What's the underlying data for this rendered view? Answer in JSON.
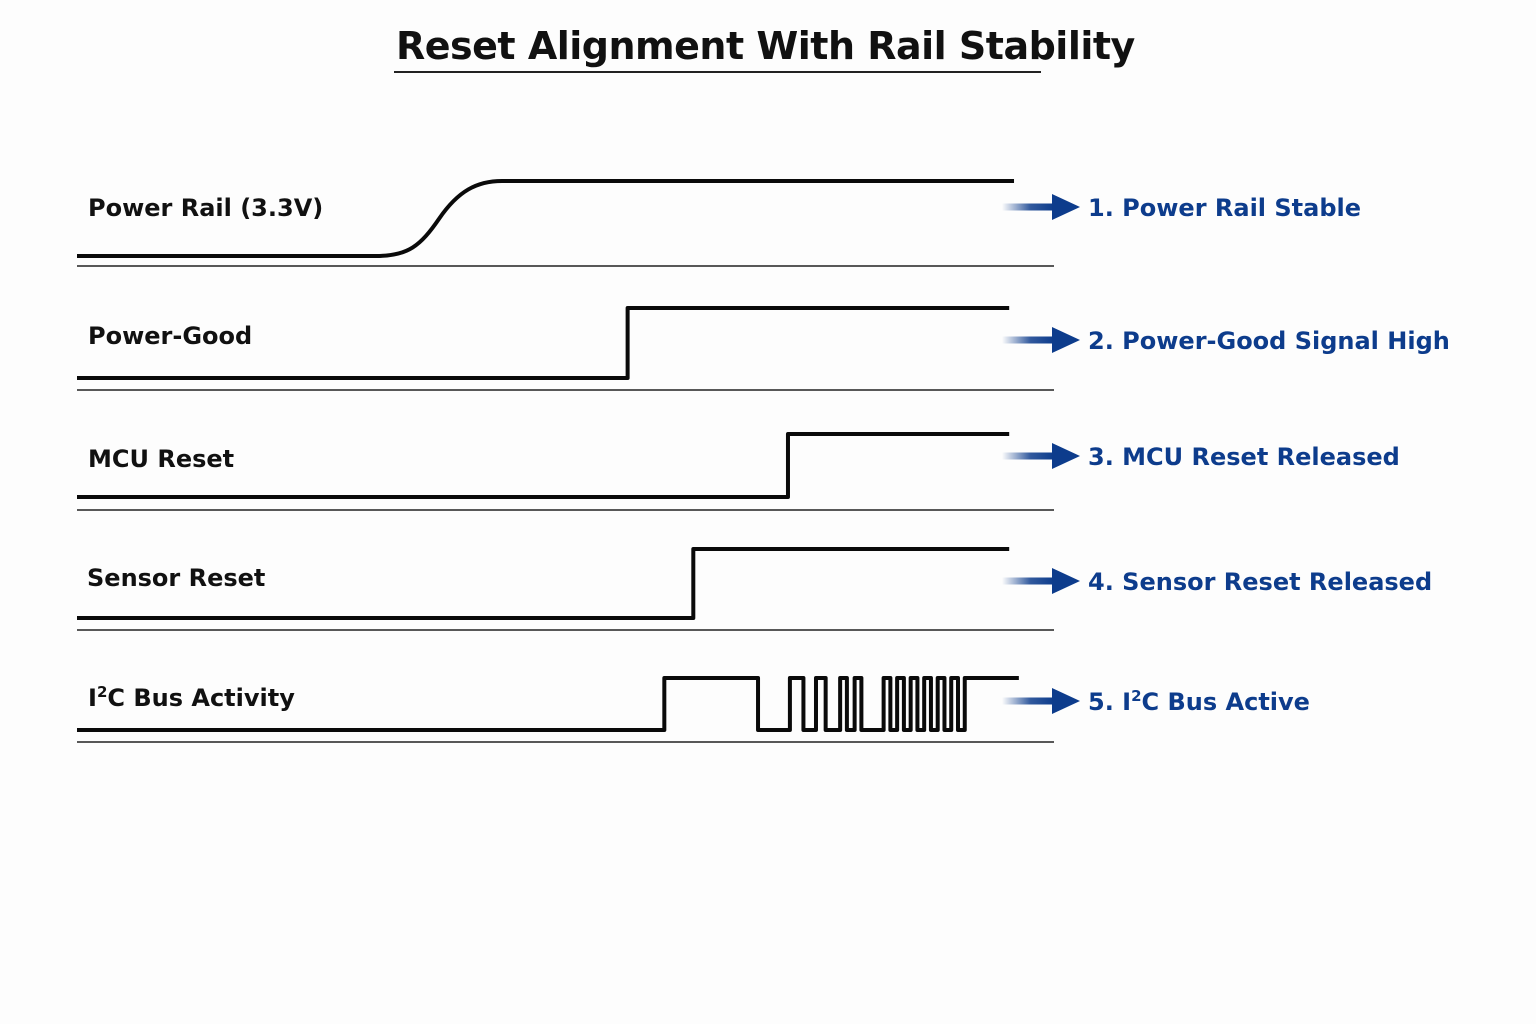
{
  "title": "Reset Alignment With Rail Stability",
  "colors": {
    "waveform": "#0a0a0a",
    "baseline": "#222222",
    "annotation": "#0d3c8c",
    "arrow": "#0d3c8c"
  },
  "time_axis": {
    "start": 0,
    "end": 100,
    "unit": "arbitrary"
  },
  "signals": [
    {
      "id": "power-rail",
      "label": "Power Rail (3.3V)",
      "label_sup": null,
      "type": "ramp",
      "ramp_start": 31,
      "ramp_end": 44,
      "trace_end": 97,
      "annotation": "1. Power Rail Stable",
      "annotation_sup": null
    },
    {
      "id": "power-good",
      "label": "Power-Good",
      "label_sup": null,
      "type": "step",
      "step_at": 57,
      "trace_end": 96.5,
      "annotation": "2. Power-Good Signal High",
      "annotation_sup": null
    },
    {
      "id": "mcu-reset",
      "label": "MCU Reset",
      "label_sup": null,
      "type": "step",
      "step_at": 73.6,
      "trace_end": 96.5,
      "annotation": "3. MCU Reset Released",
      "annotation_sup": null
    },
    {
      "id": "sensor-reset",
      "label": "Sensor Reset",
      "label_sup": null,
      "type": "step",
      "step_at": 63.8,
      "trace_end": 96.5,
      "annotation": "4. Sensor Reset Released",
      "annotation_sup": null
    },
    {
      "id": "i2c-bus",
      "label": "C Bus Activity",
      "label_prefix": "I",
      "label_sup": "2",
      "type": "digital",
      "levels": [
        [
          0,
          0
        ],
        [
          60.8,
          1
        ],
        [
          70.5,
          0
        ],
        [
          73.8,
          1
        ],
        [
          75.2,
          0
        ],
        [
          76.5,
          1
        ],
        [
          77.5,
          0
        ],
        [
          79.0,
          1
        ],
        [
          79.7,
          0
        ],
        [
          80.5,
          1
        ],
        [
          81.2,
          0
        ],
        [
          83.5,
          1
        ],
        [
          84.2,
          0
        ],
        [
          84.9,
          1
        ],
        [
          85.6,
          0
        ],
        [
          86.3,
          1
        ],
        [
          87.0,
          0
        ],
        [
          87.7,
          1
        ],
        [
          88.4,
          0
        ],
        [
          89.1,
          1
        ],
        [
          89.8,
          0
        ],
        [
          90.5,
          1
        ],
        [
          91.2,
          0
        ],
        [
          91.9,
          1
        ]
      ],
      "trace_end": 97.5,
      "annotation": "C Bus Active",
      "annotation_prefix": "5. I",
      "annotation_sup": "2"
    }
  ]
}
